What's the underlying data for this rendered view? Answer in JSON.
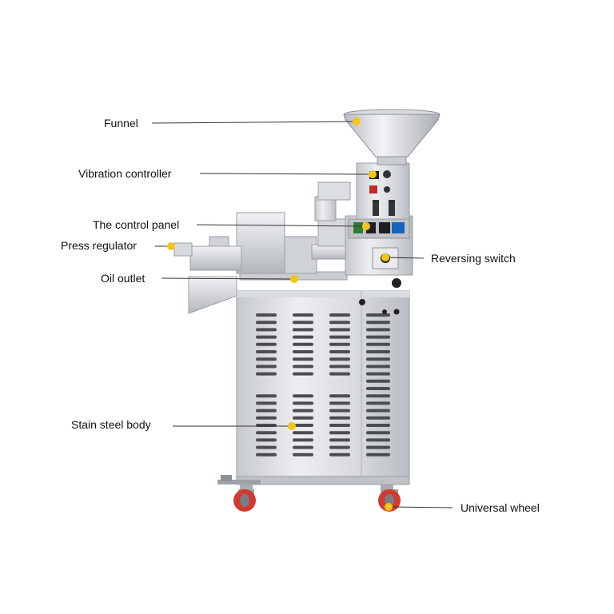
{
  "labels": {
    "funnel": "Funnel",
    "vibration_controller": "Vibration controller",
    "control_panel": "The control panel",
    "press_regulator": "Press regulator",
    "oil_outlet": "Oil outlet",
    "body": "Stain steel body",
    "reversing_switch": "Reversing switch",
    "universal_wheel": "Universal wheel"
  },
  "colors": {
    "marker": "#f5c518",
    "steel_light": "#e4e6e8",
    "steel_mid": "#c9ccd0",
    "steel_dark": "#8e9297",
    "wheel": "#d23a2f",
    "leader": "#333333"
  }
}
